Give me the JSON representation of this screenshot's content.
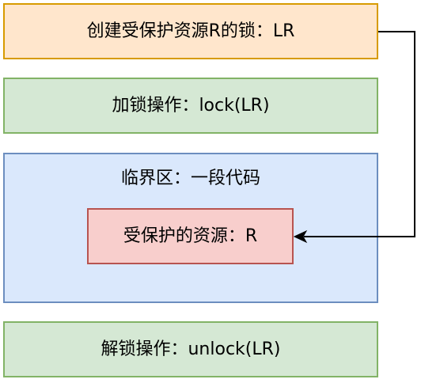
{
  "diagram": {
    "create_lock": "创建受保护资源R的锁：LR",
    "acquire_lock": "加锁操作：lock(LR)",
    "critical_section": "临界区：一段代码",
    "protected_resource": "受保护的资源：R",
    "release_lock": "解锁操作：unlock(LR)"
  },
  "colors": {
    "orange_fill": "#ffe6cc",
    "orange_stroke": "#d79b00",
    "green_fill": "#d5e8d4",
    "green_stroke": "#82b366",
    "blue_fill": "#dae8fc",
    "blue_stroke": "#6c8ebf",
    "red_fill": "#f8cecc",
    "red_stroke": "#b85450",
    "connector": "#000000"
  }
}
